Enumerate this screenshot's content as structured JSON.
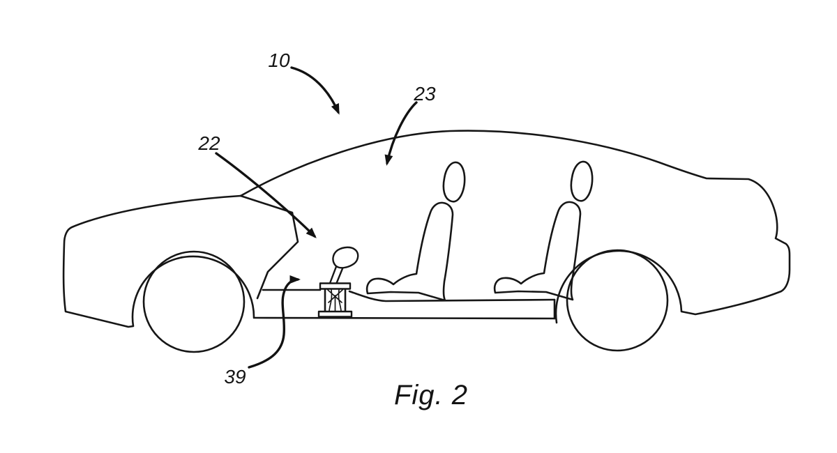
{
  "figure": {
    "caption": "Fig. 2",
    "labels": {
      "l10": "10",
      "l22": "22",
      "l23": "23",
      "l39": "39"
    },
    "colors": {
      "line": "#161616",
      "background": "#ffffff"
    }
  }
}
